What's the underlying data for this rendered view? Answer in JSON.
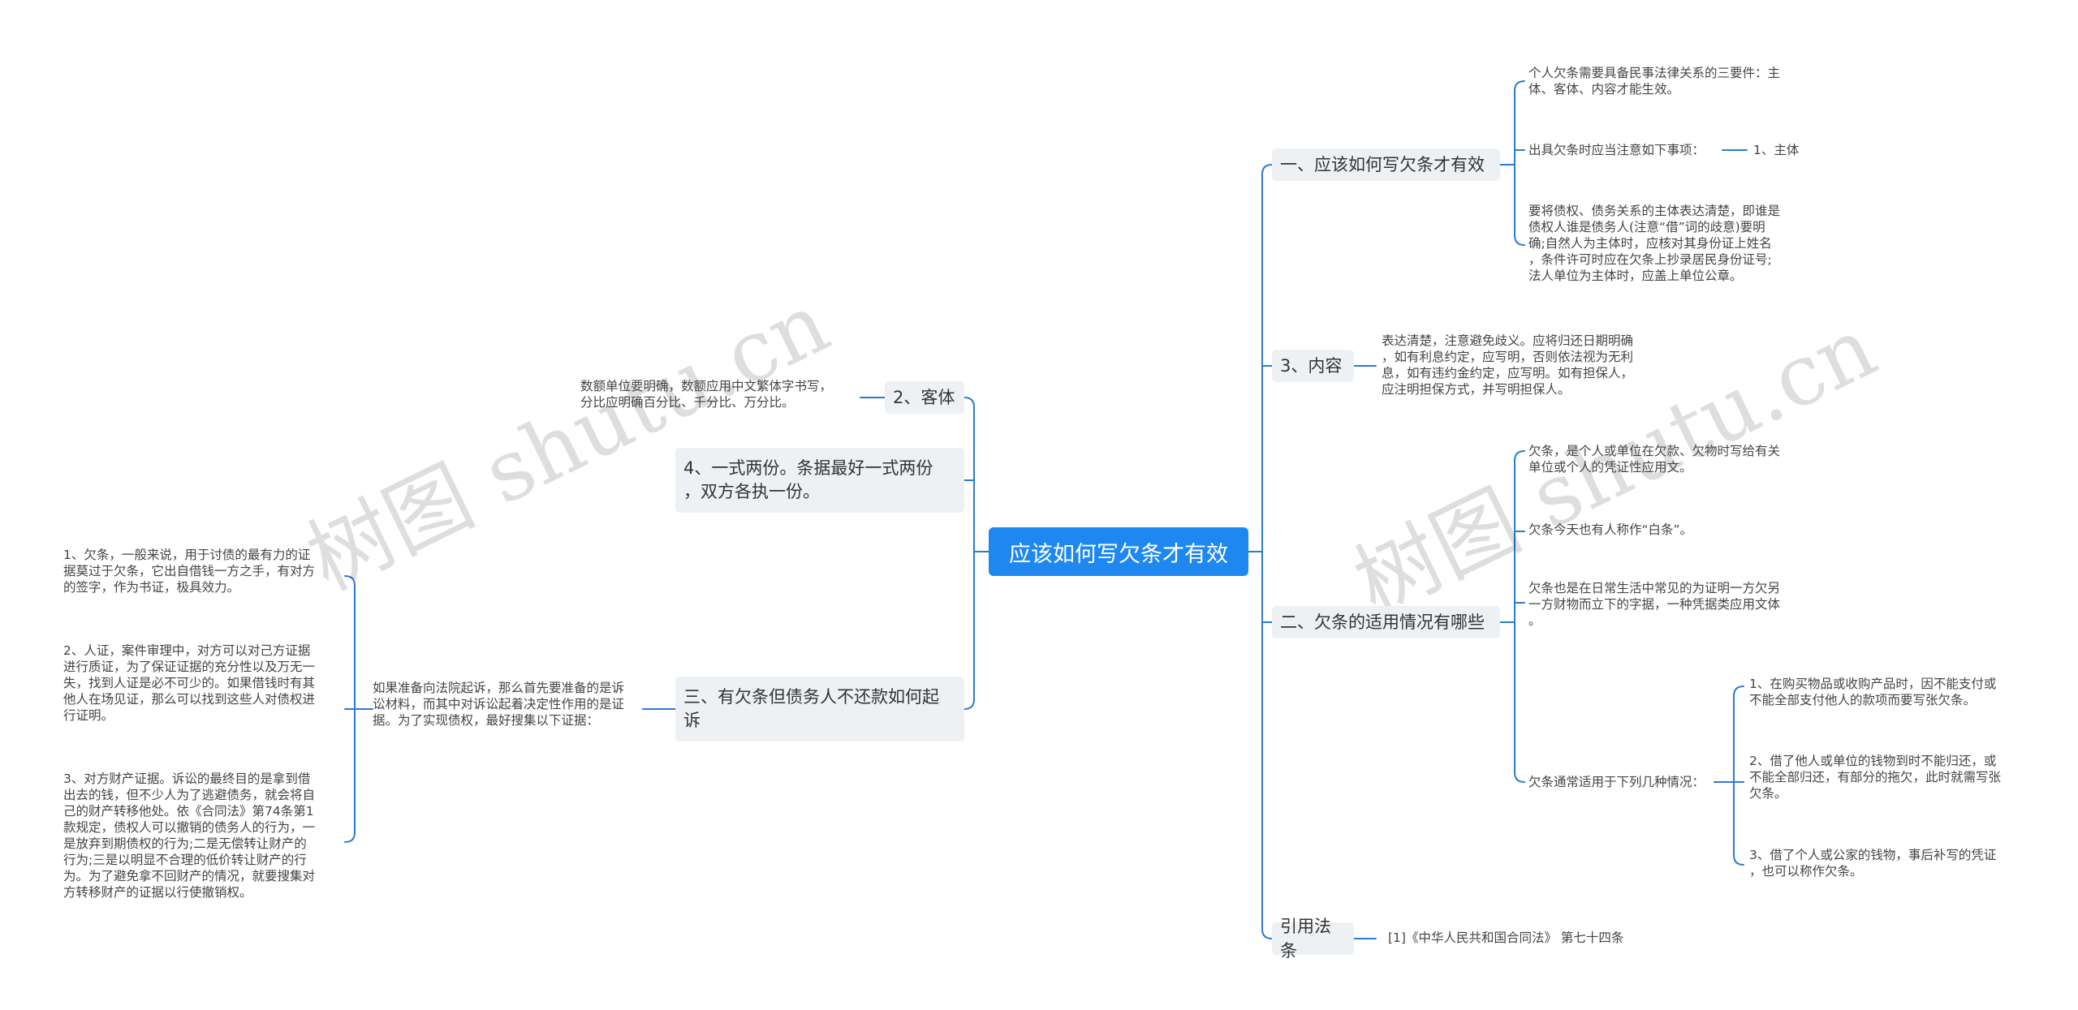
{
  "root": "应该如何写欠条才有效",
  "right": [
    {
      "label": "一、应该如何写欠条才有效",
      "items": [
        {
          "text": "个人欠条需要具备民事法律关系的三要件：主\n体、客体、内容才能生效。"
        },
        {
          "text": "出具欠条时应当注意如下事项：",
          "child": "1、主体"
        },
        {
          "text": "要将债权、债务关系的主体表达清楚，即谁是\n债权人谁是债务人(注意“借”词的歧意)要明\n确;自然人为主体时，应核对其身份证上姓名\n，条件许可时应在欠条上抄录居民身份证号;\n法人单位为主体时，应盖上单位公章。"
        }
      ]
    },
    {
      "label": "3、内容",
      "items": [
        {
          "text": "表达清楚，注意避免歧义。应将归还日期明确\n，如有利息约定，应写明，否则依法视为无利\n息，如有违约金约定，应写明。如有担保人，\n应注明担保方式，并写明担保人。"
        }
      ]
    },
    {
      "label": "二、欠条的适用情况有哪些",
      "items": [
        {
          "text": "欠条，是个人或单位在欠款、欠物时写给有关\n单位或个人的凭证性应用文。"
        },
        {
          "text": "欠条今天也有人称作“白条”。"
        },
        {
          "text": "欠条也是在日常生活中常见的为证明一方欠另\n一方财物而立下的字据，一种凭据类应用文体\n。"
        },
        {
          "text": "欠条通常适用于下列几种情况：",
          "children": [
            "1、在购买物品或收购产品时，因不能支付或\n不能全部支付他人的款项而要写张欠条。",
            "2、借了他人或单位的钱物到时不能归还，或\n不能全部归还，有部分的拖欠，此时就需写张\n欠条。",
            "3、借了个人或公家的钱物，事后补写的凭证\n，也可以称作欠条。"
          ]
        }
      ]
    },
    {
      "label": "引用法条",
      "items": [
        {
          "text": "[1]《中华人民共和国合同法》 第七十四条"
        }
      ]
    }
  ],
  "left": [
    {
      "label": "2、客体",
      "items": [
        {
          "text": "数额单位要明确，数额应用中文繁体字书写，\n分比应明确百分比、千分比、万分比。"
        }
      ]
    },
    {
      "label": "4、一式两份。条据最好一式两份\n，双方各执一份。",
      "items": []
    },
    {
      "label": "三、有欠条但债务人不还款如何起\n诉",
      "items": [
        {
          "text": "如果准备向法院起诉，那么首先要准备的是诉\n讼材料，而其中对诉讼起着决定性作用的是证\n据。为了实现债权，最好搜集以下证据：",
          "children": [
            "1、欠条，一般来说，用于讨债的最有力的证\n据莫过于欠条，它出自借钱一方之手，有对方\n的签字，作为书证，极具效力。",
            "2、人证，案件审理中，对方可以对己方证据\n进行质证，为了保证证据的充分性以及万无一\n失，找到人证是必不可少的。如果借钱时有其\n他人在场见证，那么可以找到这些人对债权进\n行证明。",
            "3、对方财产证据。诉讼的最终目的是拿到借\n出去的钱，但不少人为了逃避债务，就会将自\n己的财产转移他处。依《合同法》第74条第1\n款规定，债权人可以撤销的债务人的行为，一\n是放弃到期债权的行为;二是无偿转让财产的\n行为;三是以明显不合理的低价转让财产的行\n为。为了避免拿不回财产的情况，就要搜集对\n方转移财产的证据以行使撤销权。"
          ]
        }
      ]
    }
  ],
  "watermarks": [
    "树图 shutu.cn",
    "树图 shutu.cn"
  ],
  "colors": {
    "line": "#2b7bd0",
    "root": "#1e88f0",
    "branch_bg": "#eef1f4"
  }
}
